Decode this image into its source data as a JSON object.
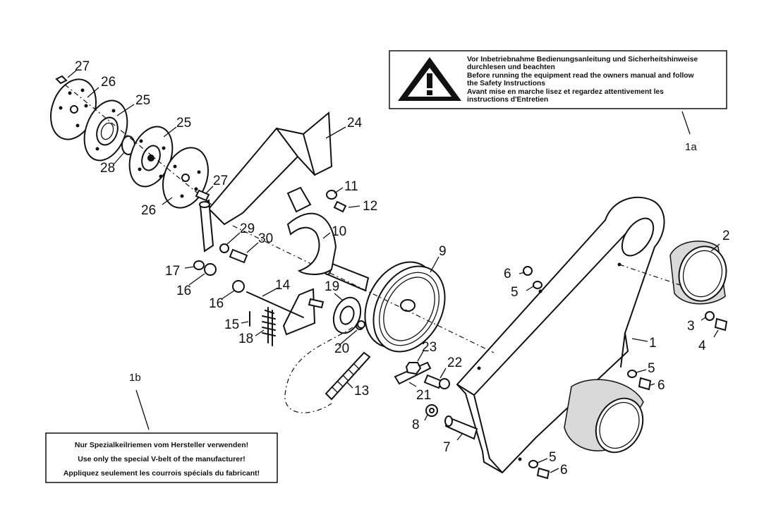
{
  "warning_label": {
    "lines": [
      "Vor Inbetriebnahme Bedienungsanleitung und Sicherheitshinweise",
      "durchlesen und beachten",
      "Before running the equipment read the owners manual and follow",
      "the Safety Instructions",
      "Avant mise en marche lisez et regardez attentivement les",
      "instructions d'Entretien"
    ],
    "ref": "1a"
  },
  "belt_label": {
    "lines": [
      "Nur Spezialkeilriemen vom Hersteller verwenden!",
      "Use only the special V-belt of the manufacturer!",
      "Appliquez seulement les courrois spécials du fabricant!"
    ],
    "ref": "1b"
  },
  "callouts": [
    {
      "id": "c27a",
      "text": "27"
    },
    {
      "id": "c26a",
      "text": "26"
    },
    {
      "id": "c25a",
      "text": "25"
    },
    {
      "id": "c25b",
      "text": "25"
    },
    {
      "id": "c28",
      "text": "28"
    },
    {
      "id": "c27b",
      "text": "27"
    },
    {
      "id": "c26b",
      "text": "26"
    },
    {
      "id": "c24",
      "text": "24"
    },
    {
      "id": "c11",
      "text": "11"
    },
    {
      "id": "c12",
      "text": "12"
    },
    {
      "id": "c10",
      "text": "10"
    },
    {
      "id": "c29",
      "text": "29"
    },
    {
      "id": "c30",
      "text": "30"
    },
    {
      "id": "c9",
      "text": "9"
    },
    {
      "id": "c17",
      "text": "17"
    },
    {
      "id": "c16a",
      "text": "16"
    },
    {
      "id": "c16b",
      "text": "16"
    },
    {
      "id": "c14",
      "text": "14"
    },
    {
      "id": "c19",
      "text": "19"
    },
    {
      "id": "c15",
      "text": "15"
    },
    {
      "id": "c18",
      "text": "18"
    },
    {
      "id": "c20",
      "text": "20"
    },
    {
      "id": "c23",
      "text": "23"
    },
    {
      "id": "c22",
      "text": "22"
    },
    {
      "id": "c21",
      "text": "21"
    },
    {
      "id": "c13",
      "text": "13"
    },
    {
      "id": "c8",
      "text": "8"
    },
    {
      "id": "c7",
      "text": "7"
    },
    {
      "id": "c6a",
      "text": "6"
    },
    {
      "id": "c5a",
      "text": "5"
    },
    {
      "id": "c2",
      "text": "2"
    },
    {
      "id": "c3",
      "text": "3"
    },
    {
      "id": "c4",
      "text": "4"
    },
    {
      "id": "c1",
      "text": "1"
    },
    {
      "id": "c5b",
      "text": "5"
    },
    {
      "id": "c6b",
      "text": "6"
    },
    {
      "id": "c5c",
      "text": "5"
    },
    {
      "id": "c6c",
      "text": "6"
    }
  ]
}
